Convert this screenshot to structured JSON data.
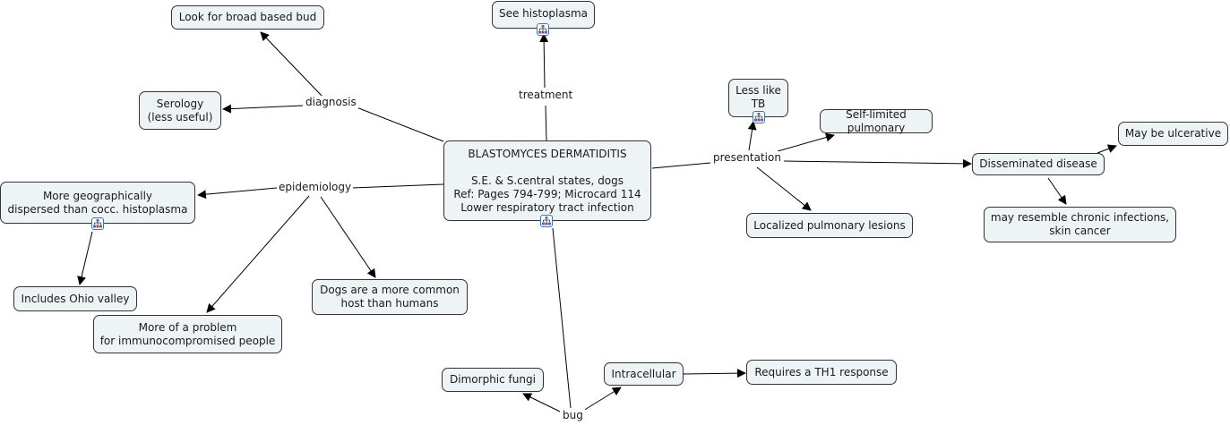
{
  "map": {
    "central": {
      "title": "BLASTOMYCES DERMATIDITIS",
      "lines": "S.E. & S.central states, dogs\nRef: Pages 794-799; Microcard 114\nLower respiratory tract infection"
    },
    "links": {
      "diagnosis": "diagnosis",
      "treatment": "treatment",
      "presentation": "presentation",
      "epidemiology": "epidemiology",
      "bug": "bug"
    },
    "concepts": {
      "broad_bud": "Look for broad based bud",
      "serology": "Serology\n(less useful)",
      "see_histoplasma": "See histoplasma",
      "less_like_tb": "Less like\nTB",
      "self_limited": "Self-limited pulmonary",
      "disseminated": "Disseminated disease",
      "ulcerative": "May be ulcerative",
      "resemble": "may resemble chronic infections,\nskin cancer",
      "localized": "Localized pulmonary lesions",
      "geographic": "More geographically\ndispersed than cocc. histoplasma",
      "ohio": "Includes Ohio valley",
      "immuno": "More of a problem\nfor immunocompromised people",
      "dogs": "Dogs are a more common\nhost than humans",
      "dimorphic": "Dimorphic fungi",
      "intracellular": "Intracellular",
      "th1": "Requires a TH1 response"
    },
    "icons": {
      "resource": "concept-map-resource-icon"
    },
    "colors": {
      "node_fill": "#eef3f5",
      "node_border": "#333333",
      "line": "#000000",
      "icon_border": "#3a73c2"
    }
  }
}
